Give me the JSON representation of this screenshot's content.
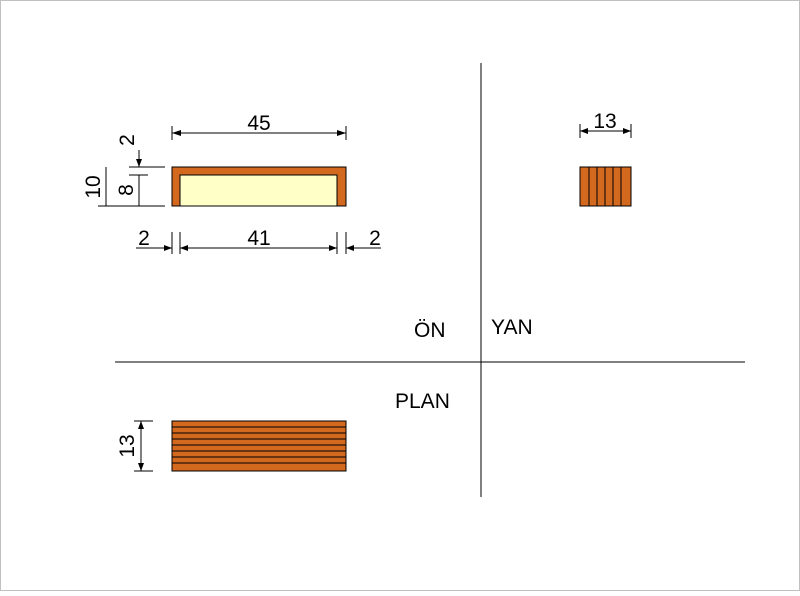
{
  "views": {
    "front": {
      "label": "ÖN"
    },
    "side": {
      "label": "YAN"
    },
    "plan": {
      "label": "PLAN"
    }
  },
  "dimensions": {
    "front_width": "45",
    "front_height_total": "10",
    "front_top_thickness": "2",
    "front_inner_height": "8",
    "front_left_wall": "2",
    "front_inner_width": "41",
    "front_right_wall": "2",
    "side_width": "13",
    "plan_depth": "13"
  },
  "colors": {
    "wood": "#d2691e",
    "inner_panel": "#ffffc8",
    "line": "#000000",
    "frame_border": "#c0c0c0"
  }
}
